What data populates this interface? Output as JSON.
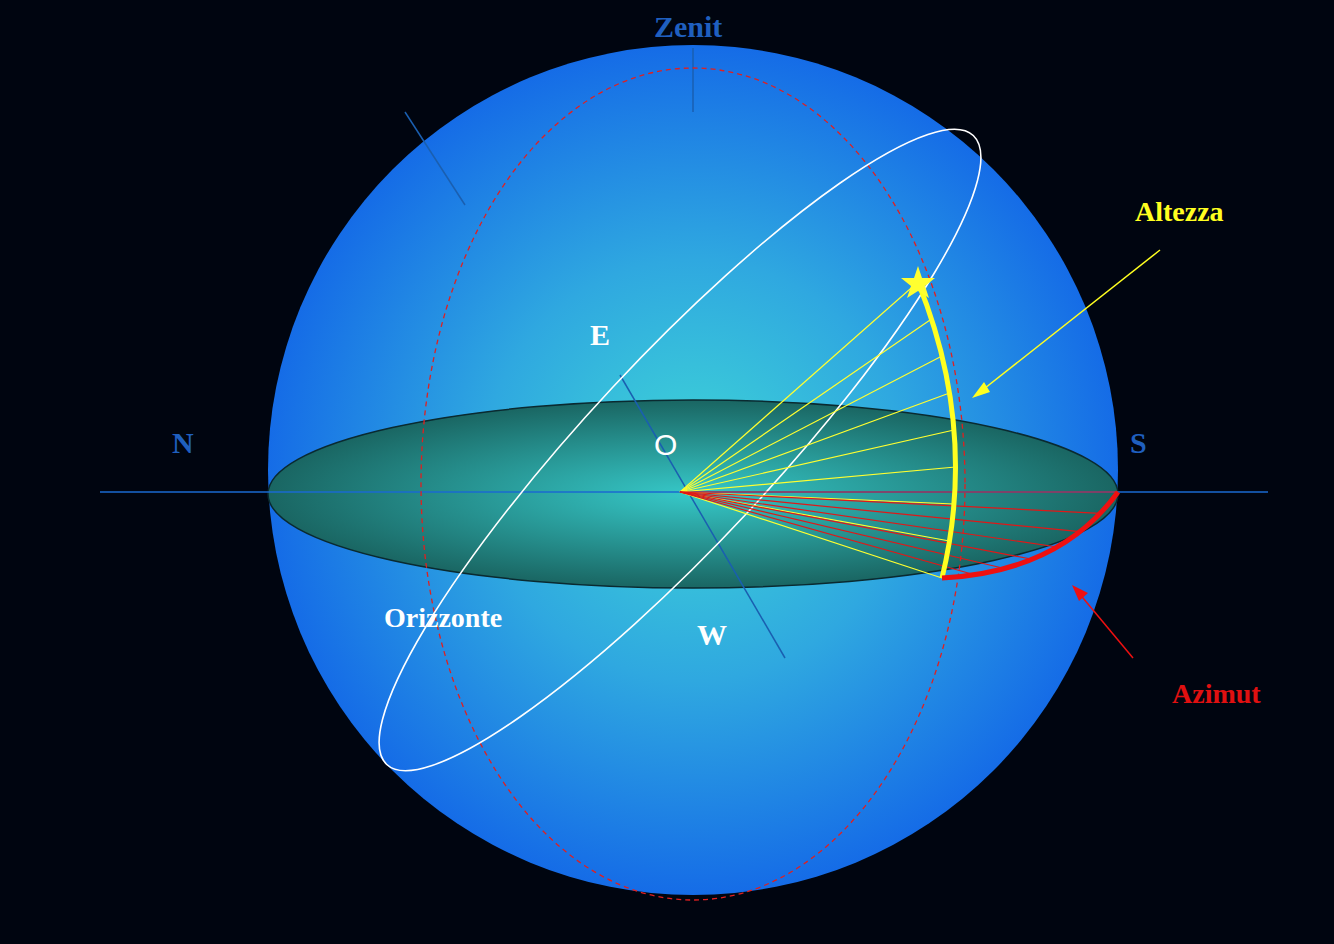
{
  "diagram": {
    "labels": [
      "Zenit",
      "E",
      "N",
      "O",
      "S",
      "Orizzonte",
      "W",
      "Altezza",
      "Azimut"
    ]
  }
}
